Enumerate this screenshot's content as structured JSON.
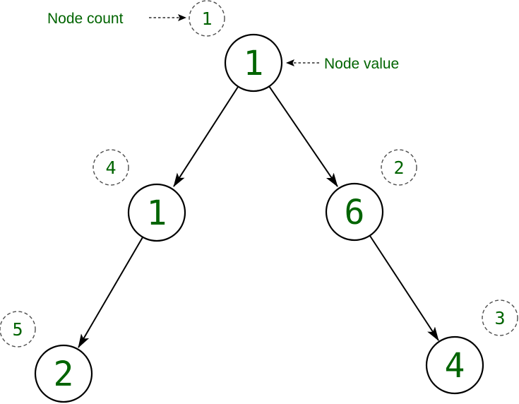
{
  "labels": {
    "node_count": "Node count",
    "node_value": "Node value"
  },
  "colors": {
    "green": "#006400",
    "node_stroke": "#000000",
    "dashed_stroke": "#4d4d4d",
    "background": "#ffffff"
  },
  "tree": {
    "nodes": [
      {
        "name": "root",
        "value": "1",
        "count": "1"
      },
      {
        "name": "left-child",
        "value": "1",
        "count": "4"
      },
      {
        "name": "right-child",
        "value": "6",
        "count": "2"
      },
      {
        "name": "left-leaf",
        "value": "2",
        "count": "5"
      },
      {
        "name": "right-leaf",
        "value": "4",
        "count": "3"
      }
    ],
    "edges": [
      {
        "from": "root",
        "to": "left-child"
      },
      {
        "from": "root",
        "to": "right-child"
      },
      {
        "from": "left-child",
        "to": "left-leaf"
      },
      {
        "from": "right-child",
        "to": "right-leaf"
      }
    ]
  }
}
